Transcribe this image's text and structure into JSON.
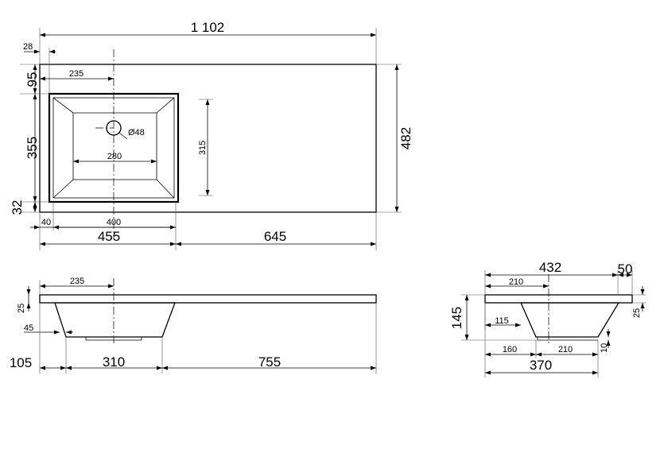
{
  "dimensions": {
    "top_length": "1 102",
    "offset_28": "28",
    "center_235_top": "235",
    "edge_95": "95",
    "bowl_355": "355",
    "edge_32": "32",
    "depth_482": "482",
    "drain_diameter": "Ø48",
    "bowl_inner_280": "280",
    "bowl_inner_315": "315",
    "offset_40": "40",
    "bowl_400": "400",
    "bowl_part_455": "455",
    "shelf_645": "645",
    "center_235_front": "235",
    "thickness_25_front": "25",
    "angle_45": "45",
    "front_105": "105",
    "front_310": "310",
    "front_755": "755",
    "side_432": "432",
    "side_50": "50",
    "side_210_top": "210",
    "side_145": "145",
    "side_115": "115",
    "side_25": "25",
    "side_160": "160",
    "side_210_bottom": "210",
    "side_10": "10",
    "side_370": "370"
  }
}
